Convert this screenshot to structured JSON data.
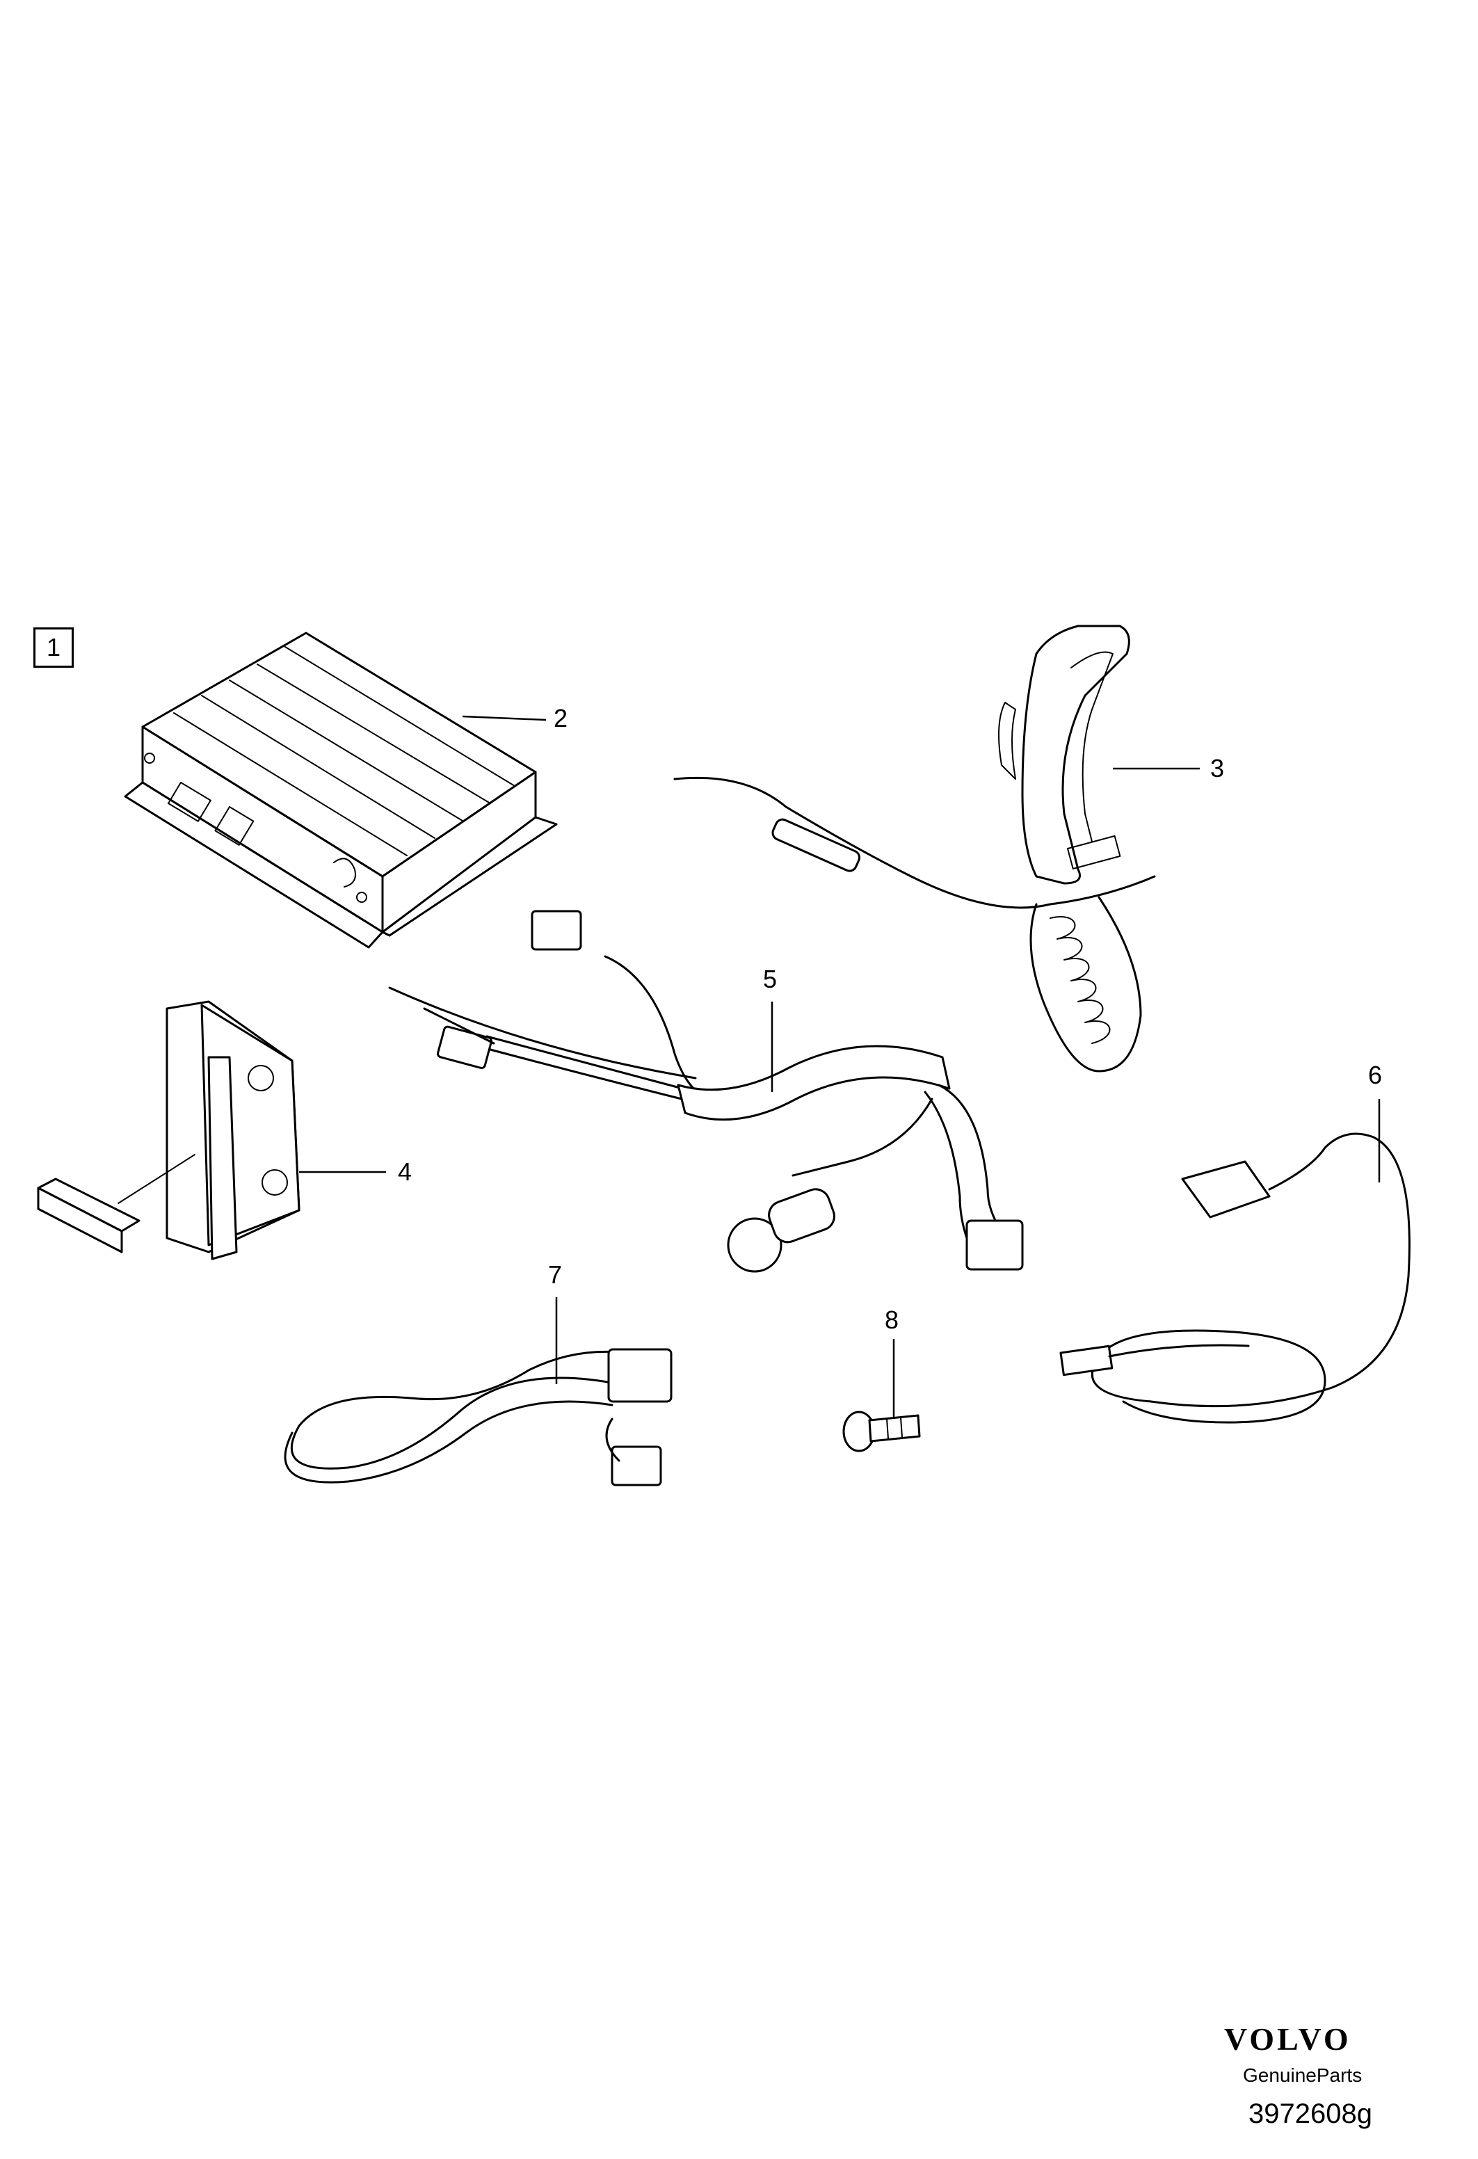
{
  "assembly_label": "1",
  "callouts": [
    {
      "id": "2",
      "label": "2"
    },
    {
      "id": "3",
      "label": "3"
    },
    {
      "id": "4",
      "label": "4"
    },
    {
      "id": "5",
      "label": "5"
    },
    {
      "id": "6",
      "label": "6"
    },
    {
      "id": "7",
      "label": "7"
    },
    {
      "id": "8",
      "label": "8"
    }
  ],
  "footer": {
    "brand": "VOLVO",
    "subtitle": "GenuineParts",
    "reference": "3972608g"
  }
}
